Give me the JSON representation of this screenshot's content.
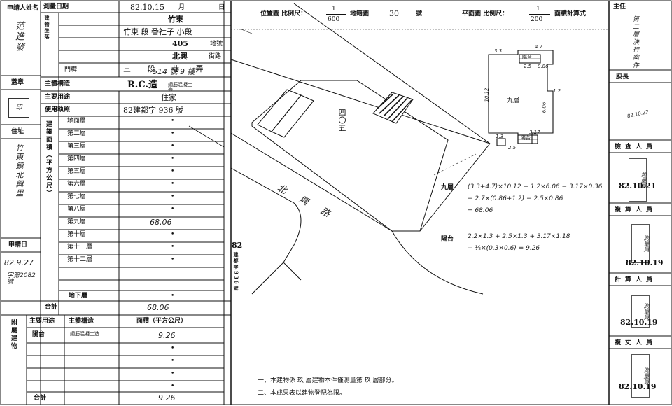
{
  "left": {
    "applicant_name_label": "申請人姓名",
    "applicant_name": "范進發",
    "seal_label": "蓋章",
    "address_label": "住址",
    "address_value": "竹東鎮北興里",
    "application_date_label": "申請日",
    "application_date": "82.9.27",
    "application_no": "字第2082號",
    "survey_date_label": "測量日期",
    "survey_date": "82.10.15",
    "survey_date_month": "月",
    "survey_date_day": "日",
    "location_label": "建物坐落",
    "city_district": "竹東",
    "section_label": "段 小段",
    "section_value": "竹東 段 番社子 小段",
    "lot_label": "地號",
    "lot_no": "405",
    "road_label": "街路",
    "road_value": "北興",
    "lane_value": "三 段 巷 弄",
    "door_label": "門牌",
    "door_no": "514 號 9 樓",
    "structure_label": "主體構造",
    "structure_value": "R.C.造",
    "structure_note": "鋼筋混凝土造",
    "use_label": "主要用途",
    "use_value": "住家",
    "permit_label": "使用執照",
    "permit_value": "82建都字 936 號",
    "floors_header": "建築面積（平方公尺）",
    "floors": [
      {
        "label": "地面層",
        "value": "•"
      },
      {
        "label": "第二層",
        "value": "•"
      },
      {
        "label": "第三層",
        "value": "•"
      },
      {
        "label": "第四層",
        "value": "•"
      },
      {
        "label": "第五層",
        "value": "•"
      },
      {
        "label": "第六層",
        "value": "•"
      },
      {
        "label": "第七層",
        "value": "•"
      },
      {
        "label": "第八層",
        "value": "•"
      },
      {
        "label": "第九層",
        "value": "68.06"
      },
      {
        "label": "第十層",
        "value": "•"
      },
      {
        "label": "第十一層",
        "value": "•"
      },
      {
        "label": "第十二層",
        "value": "•"
      }
    ],
    "basement_label": "地下層",
    "total_label": "合計",
    "total_value": "68.06",
    "annex_label": "附屬建物",
    "annex_use_header": "主要用途",
    "annex_struct_header": "主體構造",
    "annex_area_header": "面積（平方公尺）",
    "annex_rows": [
      {
        "use": "陽台",
        "struct": "鋼筋混凝土造",
        "area": "9.26"
      },
      {
        "use": "",
        "struct": "",
        "area": "•"
      },
      {
        "use": "",
        "struct": "",
        "area": "•"
      },
      {
        "use": "",
        "struct": "",
        "area": "•"
      },
      {
        "use": "",
        "struct": "",
        "area": "•"
      }
    ],
    "annex_total_label": "合計",
    "annex_total_value": "9.26"
  },
  "center": {
    "location_map_label": "位置圖 比例尺：",
    "location_scale_num": "1",
    "location_scale_den": "600",
    "location_sheet_label": "地籍圖",
    "location_sheet_no": "30",
    "location_sheet_suffix": "號",
    "plan_label": "平面圖 比例尺：",
    "plan_scale_num": "1",
    "plan_scale_den": "200",
    "plan_suffix": "面積計算式",
    "road_name": "北興路",
    "lot_mark": "四〇五",
    "floor_name": "九層",
    "balcony_label": "陽台",
    "dims": {
      "top_left": "3.3",
      "top_mid": "4.7",
      "top_a": "2.5",
      "top_b": "0.86",
      "left": "10.12",
      "right": "6.06",
      "right_b": "1.2",
      "bottom_a": "1.3",
      "bottom_b": "3.17",
      "bottom_c": "2.5"
    },
    "calc_label_1": "九層",
    "calc_1a": "(3.3+4.7)×10.12 − 1.2×6.06 − 3.17×0.36",
    "calc_1b": "− 2.7×(0.86+1.2) − 2.5×0.86",
    "calc_1c": "= 68.06",
    "calc_label_2": "陽台",
    "calc_2a": "2.2×1.3 + 2.5×1.3 + 3.17×1.18",
    "calc_2b": "− ½×(0.3×0.6) = 9.26",
    "permit_note_year": "82",
    "permit_note_text": "建都字936號",
    "footnote_1": "一、本建物係 玖 層建物本件僅測量第 玖 層部分。",
    "footnote_2": "二、本成果表以建物登記為限。"
  },
  "right": {
    "chief_label": "主任",
    "chief_value": "第二層決行案件",
    "section_chief_label": "股長",
    "section_chief_date": "82.10.22",
    "inspector_label": "檢查人員",
    "inspector_date": "82.10.21",
    "checker_label": "複算人員",
    "checker_date": "82.10.19",
    "calculator_label": "計算人員",
    "calculator_date": "82.10.19",
    "surveyor_label": "複丈人員",
    "surveyor_date": "82.10.19",
    "seal_text": "測量員"
  }
}
